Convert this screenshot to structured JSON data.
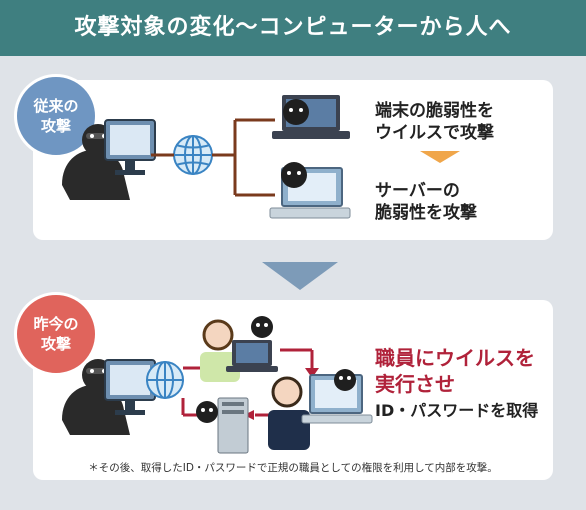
{
  "header": {
    "title": "攻撃対象の変化〜コンピューターから人へ"
  },
  "past": {
    "badge_line1": "従来の",
    "badge_line2": "攻撃",
    "text_line1": "端末の脆弱性を",
    "text_line2": "ウイルスで攻撃",
    "text_line3": "サーバーの",
    "text_line4": "脆弱性を攻撃"
  },
  "present": {
    "badge_line1": "昨今の",
    "badge_line2": "攻撃",
    "headline_line1": "職員にウイルスを",
    "headline_line2": "実行させ",
    "subline": "ID・パスワードを取得",
    "footnote": "＊その後、取得したID・パスワードで正規の職員としての権限を利用して内部を攻撃。"
  },
  "colors": {
    "header": "#3f7f80",
    "badge_past": "#6f96c2",
    "badge_present": "#e0645c",
    "accent_red": "#b0223a",
    "connector": "#7a3a1d",
    "arrow_orange": "#f0a64a",
    "arrow_blue": "#7d9bb8"
  }
}
